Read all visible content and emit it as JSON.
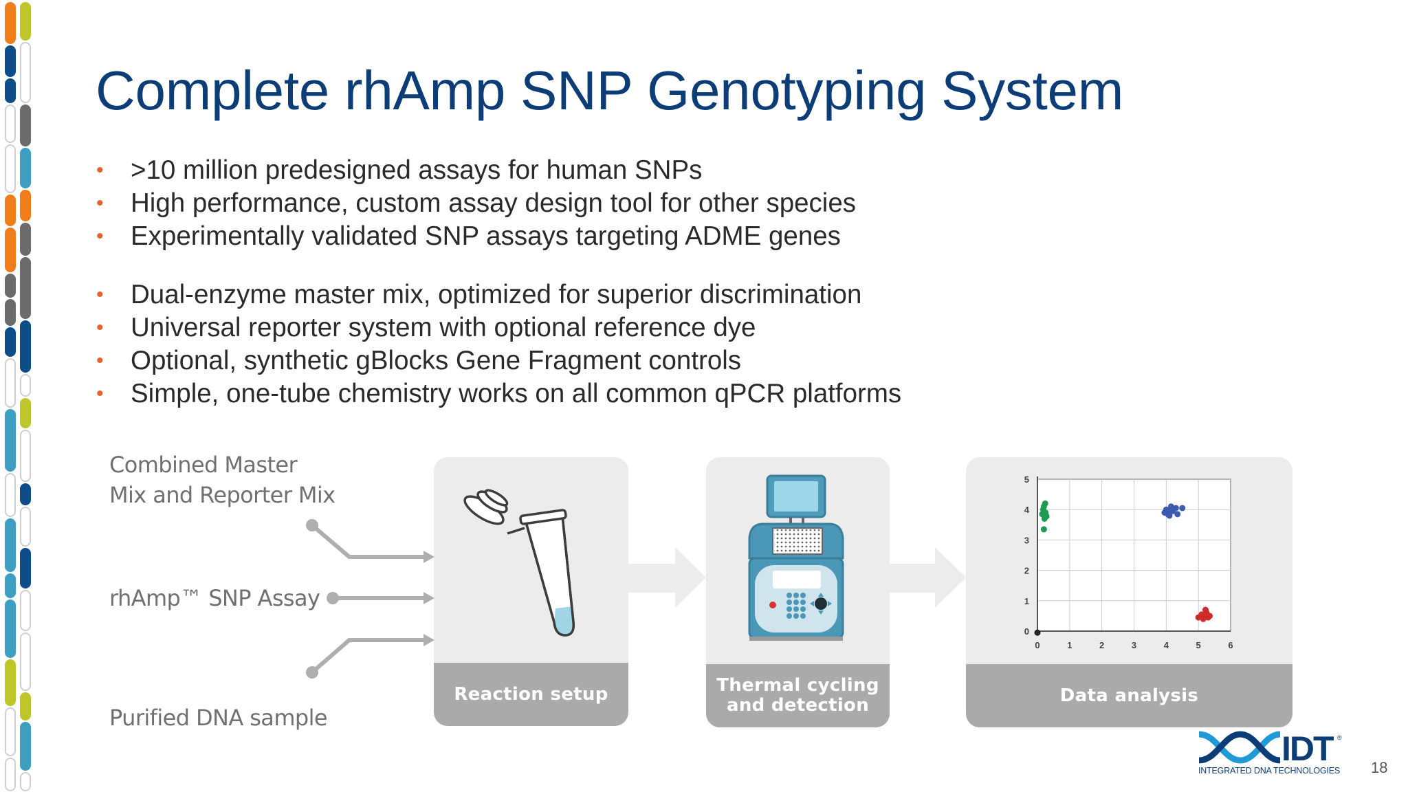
{
  "slide": {
    "title": "Complete rhAmp SNP Genotyping System",
    "page_number": "18"
  },
  "bullets": [
    ">10 million predesigned assays for human SNPs",
    "High performance, custom assay design tool for other species",
    "Experimentally validated SNP assays targeting ADME genes",
    "Dual-enzyme master mix, optimized for superior discrimination",
    "Universal reporter system with optional reference dye",
    "Optional, synthetic gBlocks Gene Fragment controls",
    "Simple, one-tube chemistry works on all common qPCR platforms"
  ],
  "bullet_marker": "•",
  "workflow": {
    "inputs": {
      "master_mix_line1": "Combined Master",
      "master_mix_line2": "Mix and Reporter Mix",
      "assay": "rhAmp™ SNP Assay",
      "dna": "Purified DNA sample"
    },
    "steps": {
      "reaction_setup": "Reaction setup",
      "thermal_line1": "Thermal cycling",
      "thermal_line2": "and detection",
      "data_analysis": "Data analysis"
    }
  },
  "chart_data": {
    "type": "scatter",
    "xlim": [
      0,
      6
    ],
    "ylim": [
      0,
      5
    ],
    "x_ticks": [
      "0",
      "1",
      "2",
      "3",
      "4",
      "5",
      "6"
    ],
    "y_ticks": [
      "0",
      "1",
      "2",
      "3",
      "4",
      "5"
    ],
    "grid": true,
    "series": [
      {
        "color": "#1e9a52",
        "points": [
          [
            0.2,
            4.1
          ],
          [
            0.25,
            3.9
          ],
          [
            0.15,
            3.85
          ],
          [
            0.22,
            3.7
          ],
          [
            0.28,
            3.78
          ],
          [
            0.18,
            4.0
          ],
          [
            0.24,
            4.2
          ],
          [
            0.2,
            3.35
          ]
        ]
      },
      {
        "color": "#3b5bb0",
        "points": [
          [
            4.0,
            4.0
          ],
          [
            4.05,
            3.85
          ],
          [
            4.15,
            4.1
          ],
          [
            4.2,
            3.95
          ],
          [
            4.3,
            4.05
          ],
          [
            3.95,
            3.9
          ],
          [
            4.1,
            3.95
          ],
          [
            4.5,
            4.05
          ],
          [
            4.35,
            3.85
          ],
          [
            4.1,
            3.8
          ]
        ]
      },
      {
        "color": "#cf2b2b",
        "points": [
          [
            5.0,
            0.45
          ],
          [
            5.1,
            0.55
          ],
          [
            5.2,
            0.5
          ],
          [
            5.25,
            0.6
          ],
          [
            5.3,
            0.45
          ],
          [
            5.15,
            0.4
          ],
          [
            5.35,
            0.5
          ],
          [
            5.22,
            0.7
          ]
        ]
      },
      {
        "color": "#222222",
        "points": [
          [
            0.0,
            -0.05
          ]
        ]
      }
    ]
  },
  "logo": {
    "mark": "IDT",
    "registered": "®",
    "subtitle": "INTEGRATED DNA TECHNOLOGIES"
  },
  "colors": {
    "title": "#0d3d77",
    "bullet_dot": "#e8622a",
    "panel_bg": "#ececec",
    "panel_footer": "#aaaaaa",
    "arrow": "#aeaeae"
  }
}
